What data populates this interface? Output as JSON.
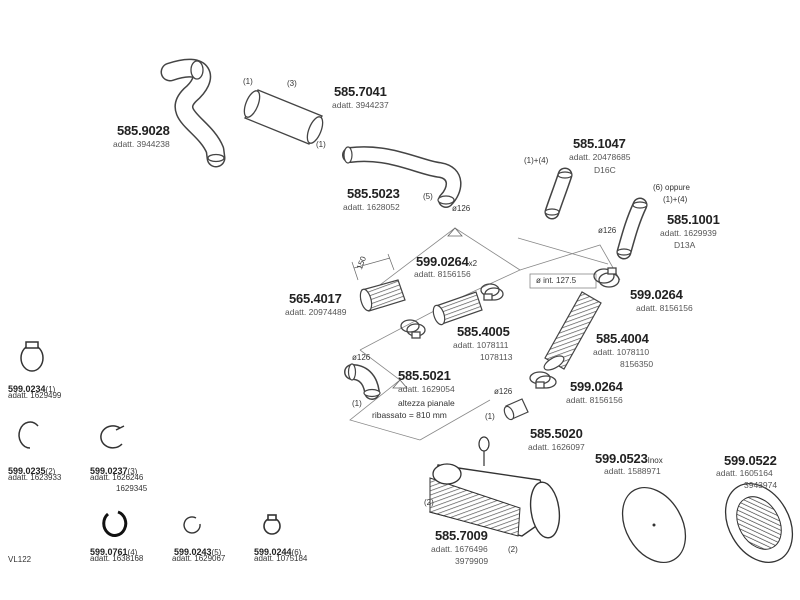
{
  "diagram_id": "VL122",
  "parts": {
    "p5859028": {
      "code": "585.9028",
      "adatt": "adatt. 3944238"
    },
    "p5857041": {
      "code": "585.7041",
      "adatt": "adatt. 3944237",
      "m1": "(1)",
      "m3": "(3)",
      "m1b": "(1)"
    },
    "p5851047": {
      "code": "585.1047",
      "adatt": "adatt. 20478685",
      "extra": "D16C",
      "m": "(1)+(4)"
    },
    "p5855023": {
      "code": "585.5023",
      "adatt": "adatt. 1628052",
      "m5": "(5)",
      "d": "ø126"
    },
    "p5851001": {
      "code": "585.1001",
      "adatt": "adatt. 1629939",
      "extra": "D13A",
      "m6": "(6) oppure",
      "m14": "(1)+(4)",
      "d": "ø126"
    },
    "p5990264a": {
      "code": "599.0264",
      "suffix": "x2",
      "adatt": "adatt. 8156156",
      "len": "150"
    },
    "p5990264b": {
      "code": "599.0264",
      "adatt": "adatt. 8156156",
      "int": "ø int. 127.5"
    },
    "p5654017": {
      "code": "565.4017",
      "adatt": "adatt. 20974489"
    },
    "p5854005": {
      "code": "585.4005",
      "adatt": "adatt. 1078111",
      "adatt2": "1078113"
    },
    "p5854004": {
      "code": "585.4004",
      "adatt": "adatt. 1078110",
      "adatt2": "8156350"
    },
    "p5855021": {
      "code": "585.5021",
      "adatt": "adatt. 1629054",
      "note1": "altezza pianale",
      "note2": "ribassato = 810 mm",
      "d": "ø126",
      "m1": "(1)"
    },
    "p5990264c": {
      "code": "599.0264",
      "adatt": "adatt. 8156156",
      "d": "ø126"
    },
    "p5855020": {
      "code": "585.5020",
      "adatt": "adatt. 1626097",
      "m1": "(1)"
    },
    "p5857009": {
      "code": "585.7009",
      "adatt": "adatt. 1676496",
      "adatt2": "3979909",
      "m2a": "(2)",
      "m2b": "(2)"
    },
    "p5990523": {
      "code": "599.0523",
      "suffix": "Inox",
      "adatt": "adatt. 1588971"
    },
    "p5990522": {
      "code": "599.0522",
      "adatt": "adatt. 1605164",
      "adatt2": "3943974"
    }
  },
  "clamps": {
    "c0234": {
      "code": "599.0234",
      "suffix": "(1)",
      "adatt": "adatt. 1629499"
    },
    "c0235": {
      "code": "599.0235",
      "suffix": "(2)",
      "adatt": "adatt. 1623933"
    },
    "c0237": {
      "code": "599.0237",
      "suffix": "(3)",
      "adatt": "adatt. 1626246",
      "adatt2": "1629345"
    },
    "c0761": {
      "code": "599.0761",
      "suffix": "(4)",
      "adatt": "adatt. 1638168"
    },
    "c0243": {
      "code": "599.0243",
      "suffix": "(5)",
      "adatt": "adatt. 1629067"
    },
    "c0244": {
      "code": "599.0244",
      "suffix": "(6)",
      "adatt": "adatt. 1075184"
    }
  }
}
